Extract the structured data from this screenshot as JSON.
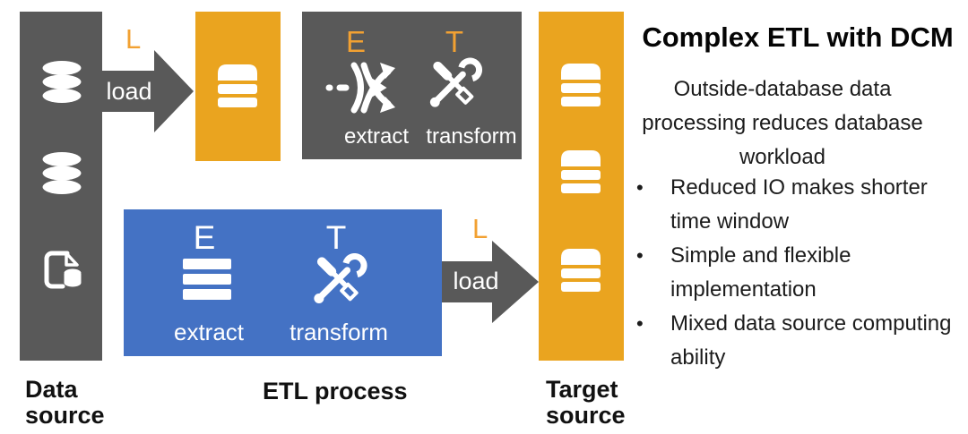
{
  "colors": {
    "gray": "#595959",
    "orange": "#EAA41F",
    "blue": "#4472C4",
    "letter_orange": "#F2A132"
  },
  "labels": {
    "data_source": "Data\nsource",
    "etl_process": "ETL process",
    "target_source": "Target\nsource"
  },
  "load1": {
    "letter": "L",
    "label": "load"
  },
  "load2": {
    "letter": "L",
    "label": "load"
  },
  "etl_outside": {
    "e": "E",
    "t": "T",
    "extract": "extract",
    "transform": "transform"
  },
  "etl_inside": {
    "e": "E",
    "t": "T",
    "extract": "extract",
    "transform": "transform"
  },
  "panel": {
    "title": "Complex ETL with DCM",
    "subtitle_lines": [
      "Outside-database data",
      "processing reduces database",
      "workload"
    ],
    "bullet_char": "•",
    "bullets": [
      "Reduced IO makes shorter time window",
      "Simple and flexible implementation",
      "Mixed data source computing ability"
    ]
  }
}
